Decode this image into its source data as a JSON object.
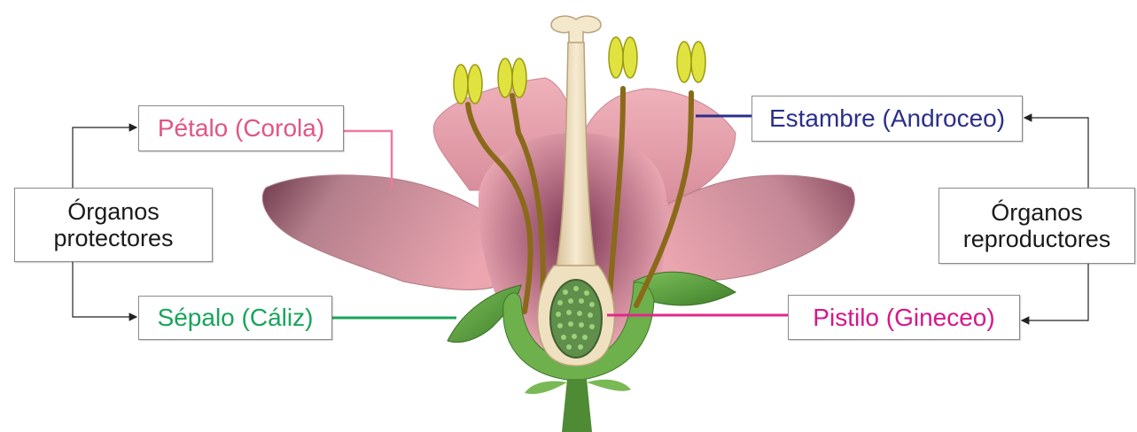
{
  "colors": {
    "petal": "#eaa6b0",
    "petal_inner": "#8b3f5a",
    "sepal": "#4f9a3a",
    "pistil": "#efe0c0",
    "ovary": "#5f8f4a",
    "anther": "#e0e240",
    "filament": "#8a6a1a",
    "petalo_text": "#e05585",
    "sepalo_text": "#17a55a",
    "estambre_text": "#2b2f8a",
    "pistilo_text": "#d6168a",
    "group_text": "#1a1a1a"
  },
  "labels": {
    "petalo": "Pétalo (Corola)",
    "sepalo": "Sépalo (Cáliz)",
    "estambre": "Estambre (Androceo)",
    "pistilo": "Pistilo (Gineceo)"
  },
  "groups": {
    "protectores": {
      "line1": "Órganos",
      "line2": "protectores"
    },
    "reproductores": {
      "line1": "Órganos",
      "line2": "reproductores"
    }
  }
}
